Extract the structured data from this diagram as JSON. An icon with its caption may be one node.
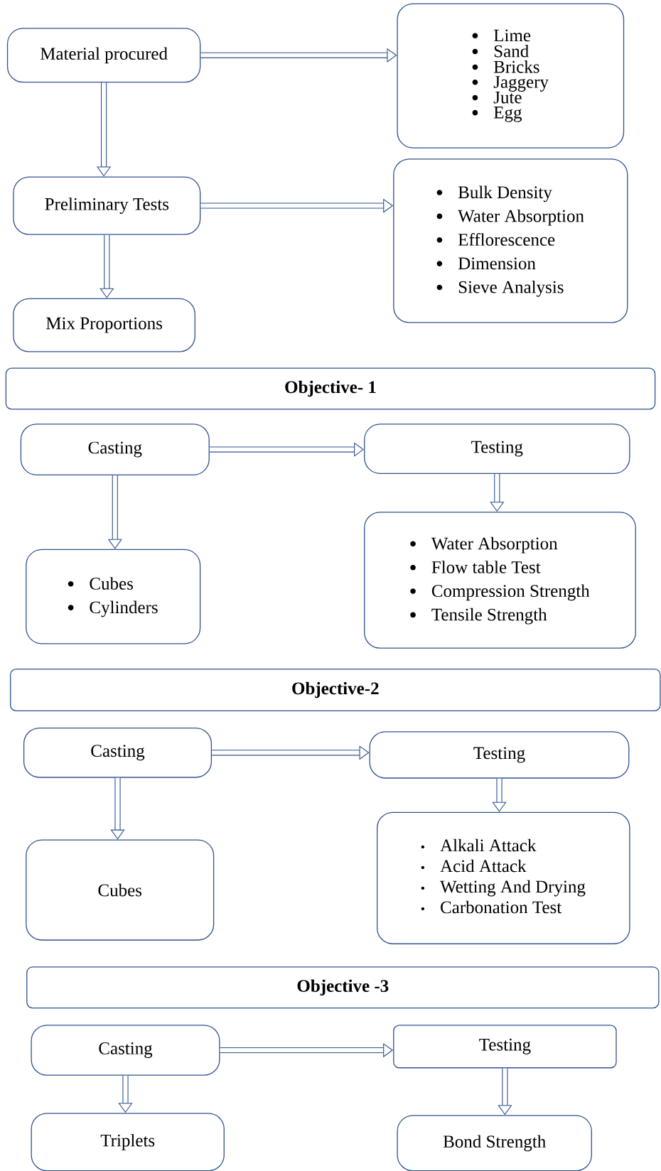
{
  "diagram": {
    "nodes": [
      {
        "text": [
          "Material procured"
        ]
      },
      {
        "text": [
          "Lime",
          "Sand",
          "Bricks",
          "Jaggery",
          "Jute",
          "Egg"
        ]
      },
      {
        "text": [
          "Preliminary Tests"
        ]
      },
      {
        "text": [
          "Bulk Density",
          "Water Absorption",
          "Efflorescence",
          "Dimension",
          "Sieve Analysis"
        ]
      },
      {
        "text": [
          "Mix Proportions"
        ]
      },
      {
        "text": [
          "**Objective- 1**"
        ]
      },
      {
        "text": [
          "Casting"
        ]
      },
      {
        "text": [
          "Testing"
        ]
      },
      {
        "text": [
          "Cubes",
          "Cylinders"
        ]
      },
      {
        "text": [
          "Water Absorption",
          "Flow table Test",
          "Compression Strength",
          "Tensile Strength"
        ]
      },
      {
        "text": [
          "**Objective-2**"
        ]
      },
      {
        "text": [
          "Casting"
        ]
      },
      {
        "text": [
          "Testing"
        ]
      },
      {
        "text": [
          "Cubes"
        ]
      },
      {
        "text": [
          "Alkali Attack",
          "Acid Attack",
          "Wetting And Drying",
          "Carbonation Test"
        ]
      },
      {
        "text": [
          "**Objective -3**"
        ]
      },
      {
        "text": [
          "Casting"
        ]
      },
      {
        "text": [
          "Testing"
        ]
      },
      {
        "text": [
          "Triplets"
        ]
      },
      {
        "text": [
          "Bond Strength"
        ]
      }
    ],
    "edges": [
      {
        "from": 0,
        "to": 1,
        "arrow": "to"
      },
      {
        "from": 0,
        "to": 2,
        "arrow": "to"
      },
      {
        "from": 2,
        "to": 3,
        "arrow": "to"
      },
      {
        "from": 2,
        "to": 4,
        "arrow": "to"
      },
      {
        "from": 6,
        "to": 7,
        "arrow": "to"
      },
      {
        "from": 6,
        "to": 8,
        "arrow": "to"
      },
      {
        "from": 7,
        "to": 9,
        "arrow": "to"
      },
      {
        "from": 11,
        "to": 12,
        "arrow": "to"
      },
      {
        "from": 11,
        "to": 13,
        "arrow": "to"
      },
      {
        "from": 12,
        "to": 14,
        "arrow": "to"
      },
      {
        "from": 16,
        "to": 17,
        "arrow": "to"
      },
      {
        "from": 16,
        "to": 18,
        "arrow": "to"
      },
      {
        "from": 17,
        "to": 19,
        "arrow": "to"
      }
    ]
  }
}
